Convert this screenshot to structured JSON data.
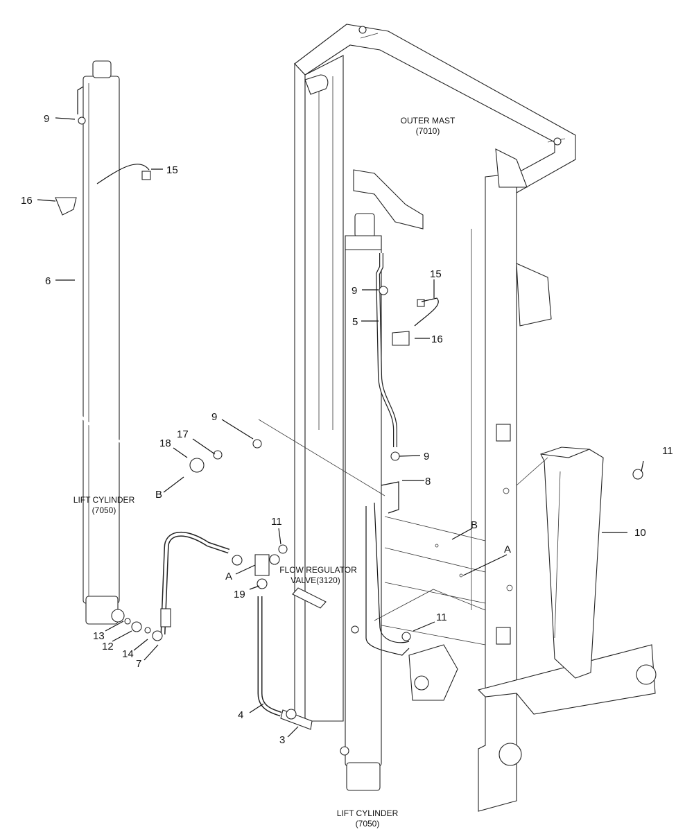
{
  "callouts": [
    {
      "id": "c9a",
      "text": "9"
    },
    {
      "id": "c15a",
      "text": "15"
    },
    {
      "id": "c16a",
      "text": "16"
    },
    {
      "id": "c6",
      "text": "6"
    },
    {
      "id": "c9b",
      "text": "9"
    },
    {
      "id": "c15b",
      "text": "15"
    },
    {
      "id": "c5",
      "text": "5"
    },
    {
      "id": "c16b",
      "text": "16"
    },
    {
      "id": "c9c",
      "text": "9"
    },
    {
      "id": "c9d",
      "text": "9"
    },
    {
      "id": "c8",
      "text": "8"
    },
    {
      "id": "c17",
      "text": "17"
    },
    {
      "id": "c18",
      "text": "18"
    },
    {
      "id": "cB1",
      "text": "B"
    },
    {
      "id": "c11a",
      "text": "11"
    },
    {
      "id": "c11b",
      "text": "11"
    },
    {
      "id": "c10",
      "text": "10"
    },
    {
      "id": "cB2",
      "text": "B"
    },
    {
      "id": "cA2",
      "text": "A"
    },
    {
      "id": "cA1",
      "text": "A"
    },
    {
      "id": "c19",
      "text": "19"
    },
    {
      "id": "c11c",
      "text": "11"
    },
    {
      "id": "c13",
      "text": "13"
    },
    {
      "id": "c12",
      "text": "12"
    },
    {
      "id": "c14",
      "text": "14"
    },
    {
      "id": "c7",
      "text": "7"
    },
    {
      "id": "c4",
      "text": "4"
    },
    {
      "id": "c3",
      "text": "3"
    }
  ],
  "captions": {
    "outer_mast_1": "OUTER MAST",
    "outer_mast_2": "(7010)",
    "lift_cyl_left_1": "LIFT CYLINDER",
    "lift_cyl_left_2": "(7050)",
    "flow_reg_1": "FLOW REGULATOR",
    "flow_reg_2": "VALVE(3120)",
    "lift_cyl_bottom_1": "LIFT CYLINDER",
    "lift_cyl_bottom_2": "(7050)"
  }
}
